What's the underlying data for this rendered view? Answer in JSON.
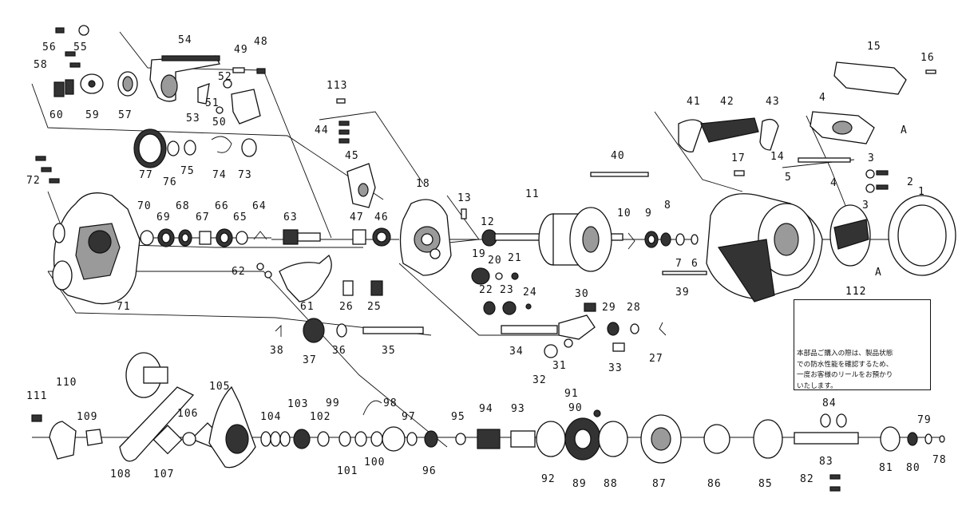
{
  "labels": {
    "p1": "1",
    "p2": "2",
    "p3a": "3",
    "p3b": "3",
    "p4a": "4",
    "p4b": "4",
    "p5": "5",
    "p6": "6",
    "p7": "7",
    "p8": "8",
    "p9": "9",
    "p10": "10",
    "p11": "11",
    "p12": "12",
    "p13": "13",
    "p14": "14",
    "p15": "15",
    "p16": "16",
    "p17": "17",
    "p18": "18",
    "p19": "19",
    "p20": "20",
    "p21": "21",
    "p22": "22",
    "p23": "23",
    "p24": "24",
    "p25": "25",
    "p26": "26",
    "p27": "27",
    "p28": "28",
    "p29": "29",
    "p30": "30",
    "p31": "31",
    "p32": "32",
    "p33": "33",
    "p34": "34",
    "p35": "35",
    "p36": "36",
    "p37": "37",
    "p38": "38",
    "p39": "39",
    "p40": "40",
    "p41": "41",
    "p42": "42",
    "p43": "43",
    "p44": "44",
    "p45": "45",
    "p46": "46",
    "p47": "47",
    "p48": "48",
    "p49": "49",
    "p50": "50",
    "p51": "51",
    "p52": "52",
    "p53": "53",
    "p54": "54",
    "p55": "55",
    "p56": "56",
    "p57": "57",
    "p58": "58",
    "p59": "59",
    "p60": "60",
    "p61": "61",
    "p62": "62",
    "p63": "63",
    "p64": "64",
    "p65": "65",
    "p66": "66",
    "p67": "67",
    "p68": "68",
    "p69": "69",
    "p70": "70",
    "p71": "71",
    "p72": "72",
    "p73": "73",
    "p74": "74",
    "p75": "75",
    "p76": "76",
    "p77": "77",
    "p78": "78",
    "p79": "79",
    "p80": "80",
    "p81": "81",
    "p82": "82",
    "p83": "83",
    "p84": "84",
    "p85": "85",
    "p86": "86",
    "p87": "87",
    "p88": "88",
    "p89": "89",
    "p90": "90",
    "p91": "91",
    "p92": "92",
    "p93": "93",
    "p94": "94",
    "p95": "95",
    "p96": "96",
    "p97": "97",
    "p98": "98",
    "p99": "99",
    "p100": "100",
    "p101": "101",
    "p102": "102",
    "p103": "103",
    "p104": "104",
    "p105": "105",
    "p106": "106",
    "p107": "107",
    "p108": "108",
    "p109": "109",
    "p110": "110",
    "p111": "111",
    "p112": "112",
    "p113": "113",
    "refA1": "A",
    "refA2": "A"
  },
  "note": {
    "label": "112",
    "text": "本部品ご購入の際は、製品状態\nでの防水性能を確認するため、\n一度お客様のリールをお預かり\nいたします。"
  }
}
